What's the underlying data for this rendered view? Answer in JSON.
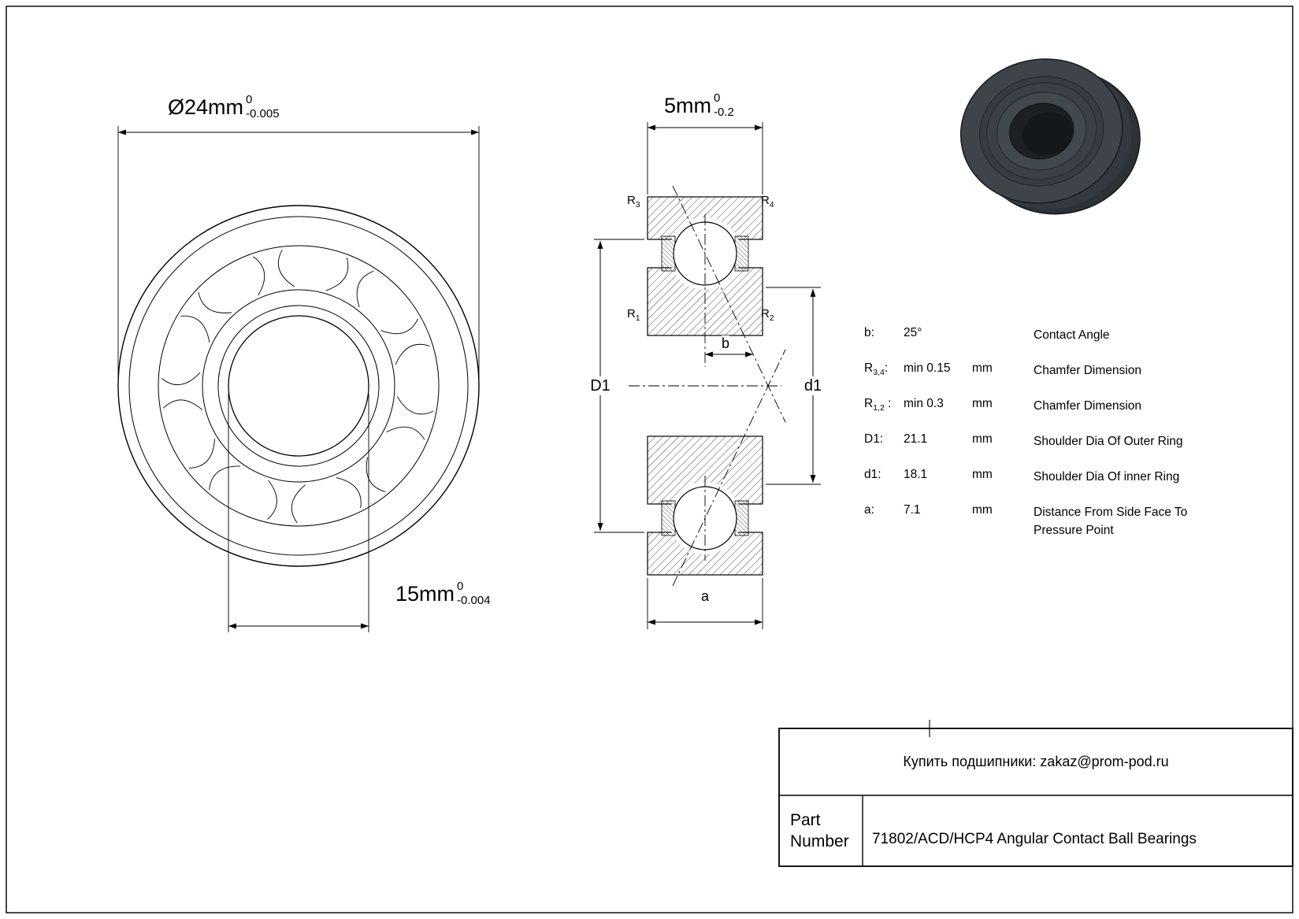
{
  "front_view": {
    "outer_dim": {
      "main": "Ø24mm",
      "tol_top": "0",
      "tol_bottom": "-0.005"
    },
    "bore_dim": {
      "main": "15mm",
      "tol_top": "0",
      "tol_bottom": "-0.004"
    }
  },
  "section_view": {
    "width_dim": {
      "main": "5mm",
      "tol_top": "0",
      "tol_bottom": "-0.2"
    },
    "r3": {
      "base": "R",
      "sub": "3"
    },
    "r4": {
      "base": "R",
      "sub": "4"
    },
    "r1": {
      "base": "R",
      "sub": "1"
    },
    "r2": {
      "base": "R",
      "sub": "2"
    },
    "d_outer": "D1",
    "d_inner": "d1",
    "b_label": "b",
    "a_label": "a"
  },
  "spec_table": {
    "rows": [
      {
        "label": "b:",
        "sub": "",
        "suffix": "",
        "value": "25°",
        "unit": "",
        "desc": "Contact Angle"
      },
      {
        "label": "R",
        "sub": "3,4",
        "suffix": ":",
        "value": "min 0.15",
        "unit": "mm",
        "desc": "Chamfer Dimension"
      },
      {
        "label": "R",
        "sub": "1,2",
        "suffix": " :",
        "value": "min 0.3",
        "unit": "mm",
        "desc": "Chamfer Dimension"
      },
      {
        "label": "D1:",
        "sub": "",
        "suffix": "",
        "value": "21.1",
        "unit": "mm",
        "desc": "Shoulder Dia Of Outer Ring"
      },
      {
        "label": "d1:",
        "sub": "",
        "suffix": "",
        "value": "18.1",
        "unit": "mm",
        "desc": "Shoulder Dia Of inner Ring"
      },
      {
        "label": "a:",
        "sub": "",
        "suffix": "",
        "value": "7.1",
        "unit": "mm",
        "desc": "Distance From Side Face To Pressure Point"
      }
    ]
  },
  "title_block": {
    "contact": "Купить подшипники: zakaz@prom-pod.ru",
    "part_label": "Part Number",
    "part_value": "71802/ACD/HCP4 Angular Contact Ball Bearings"
  }
}
